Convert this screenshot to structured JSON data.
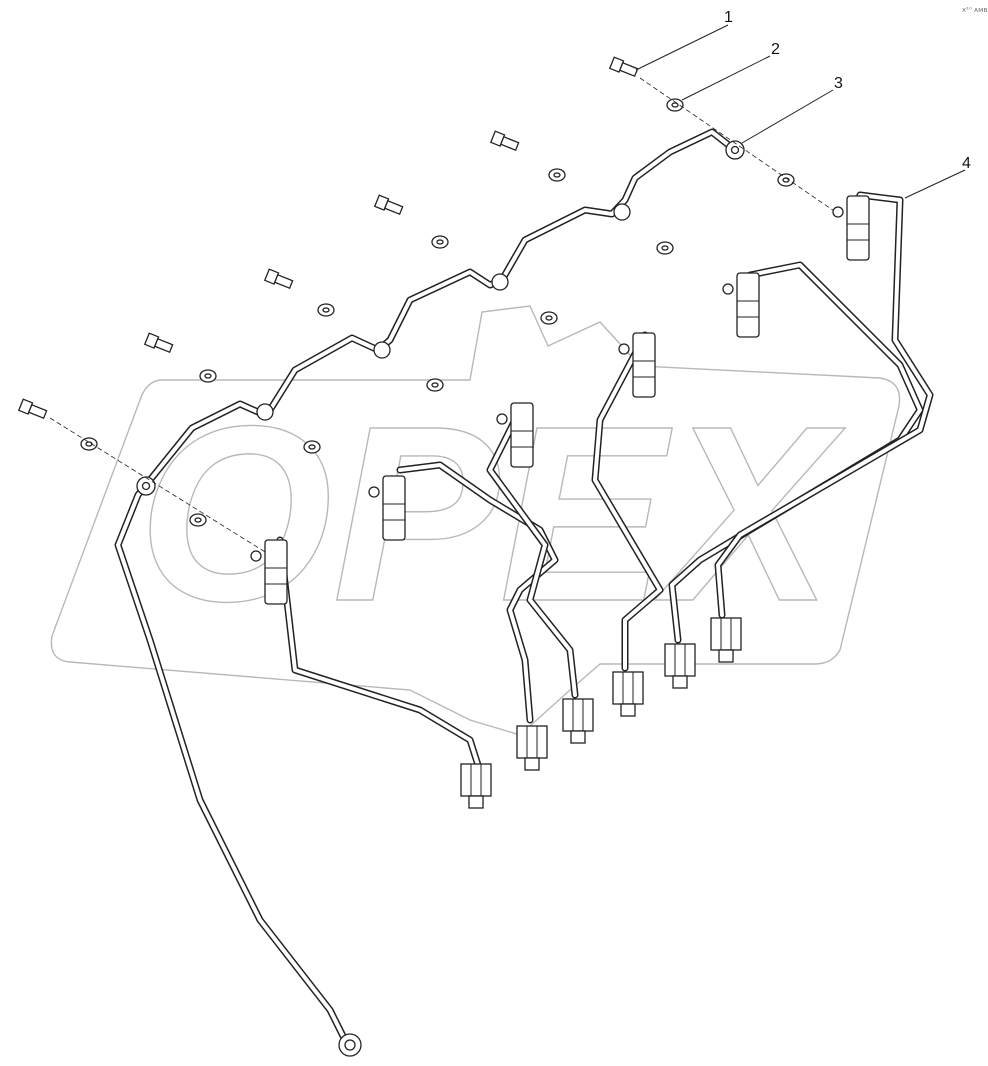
{
  "watermark": {
    "text": "OPEX"
  },
  "corner_mark": "x¹⁰ ᴀᴍʙ",
  "callouts": [
    {
      "label": "1"
    },
    {
      "label": "2"
    },
    {
      "label": "3"
    },
    {
      "label": "4"
    }
  ]
}
